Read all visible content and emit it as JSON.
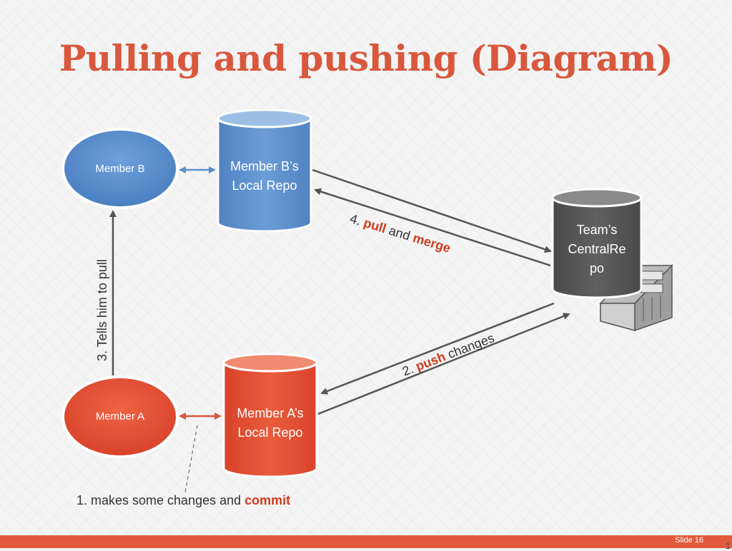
{
  "title": "Pulling and pushing (Diagram)",
  "nodes": {
    "member_b": "Member B",
    "member_a": "Member A",
    "repo_b": [
      "Member B’s",
      "Local Repo"
    ],
    "repo_a": [
      "Member A’s",
      "Local Repo"
    ],
    "central": [
      "Team’s",
      "CentralRe",
      "po"
    ]
  },
  "labels": {
    "step1": {
      "prefix": "1. makes some changes and ",
      "keyword": "commit"
    },
    "step2": {
      "prefix": "2. ",
      "keyword": "push",
      "suffix": " changes"
    },
    "step3": "3. Tells him to pull",
    "step4": {
      "prefix": "4. ",
      "keyword": "pull",
      "middle": " and ",
      "keyword2": "merge"
    }
  },
  "footer": {
    "slide": "Slide 16",
    "extra": "1"
  },
  "colors": {
    "blue": "#5b8fca",
    "red": "#e14b2f",
    "dark": "#555555",
    "accent": "#d9573d"
  }
}
